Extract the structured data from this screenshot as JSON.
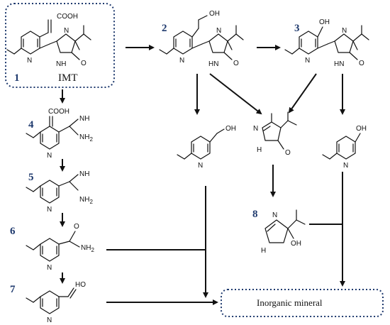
{
  "title_label": "IMT",
  "compound_numbers": [
    "1",
    "2",
    "3",
    "4",
    "5",
    "6",
    "7",
    "8"
  ],
  "atoms": {
    "cooh": "COOH",
    "oh": "OH",
    "ho": "HO",
    "n": "N",
    "nh": "NH",
    "hn": "HN",
    "h": "H",
    "o": "O",
    "nh2": "NH",
    "sub2": "2"
  },
  "sink_label": "Inorganic mineral"
}
